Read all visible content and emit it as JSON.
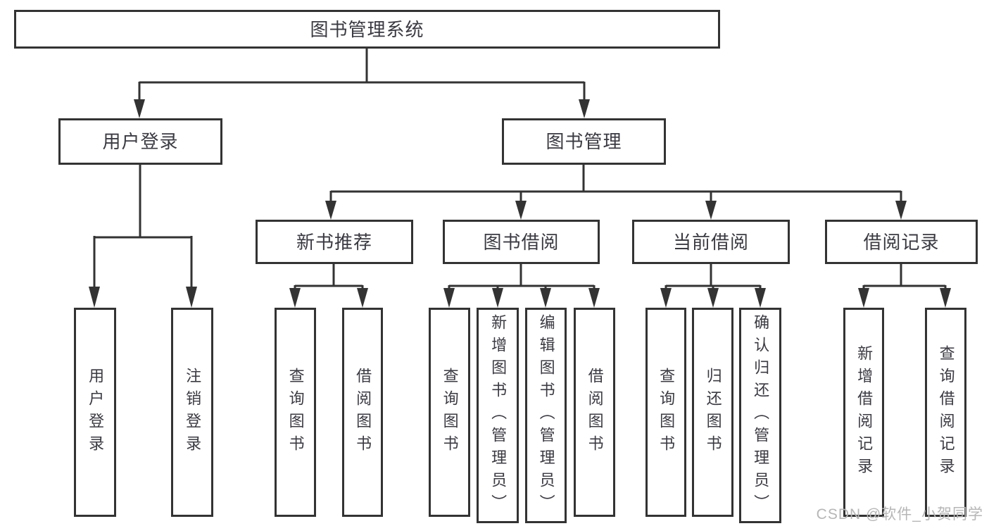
{
  "diagram": {
    "root": "图书管理系统",
    "level2": [
      "用户登录",
      "图书管理"
    ],
    "level3": [
      "新书推荐",
      "图书借阅",
      "当前借阅",
      "借阅记录"
    ],
    "leaves_user_login": [
      "用户登录",
      "注销登录"
    ],
    "leaves_new_book": [
      "查询图书",
      "借阅图书"
    ],
    "leaves_book_borrow": [
      "查询图书",
      "新增图书（管理员）",
      "编辑图书（管理员）",
      "借阅图书"
    ],
    "leaves_current_borrow": [
      "查询图书",
      "归还图书",
      "确认归还（管理员）"
    ],
    "leaves_borrow_records": [
      "新增借阅记录",
      "查询借阅记录"
    ]
  },
  "watermark": "CSDN @软件_小贺同学",
  "colors": {
    "line": "#333333",
    "text": "#3a3a42",
    "watermark": "#b6b6b6",
    "background": "#ffffff"
  }
}
